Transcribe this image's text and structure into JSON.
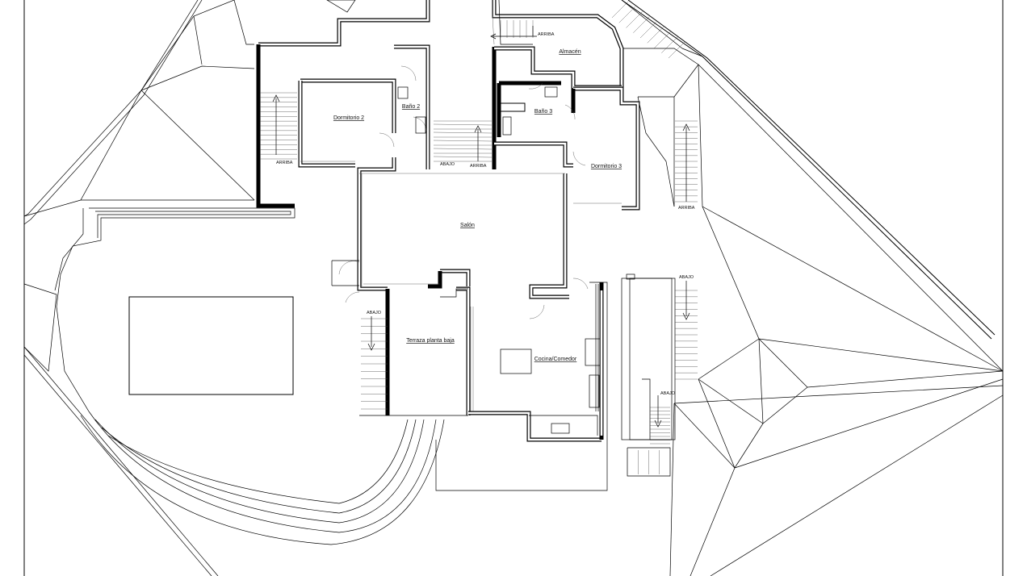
{
  "rooms": {
    "almacen": "Almacén",
    "dormitorio2": "Dormitorio 2",
    "bano2": "Baño 2",
    "bano3": "Baño 3",
    "dormitorio3": "Dormitorio 3",
    "salon": "Salón",
    "terraza": "Terraza planta baja",
    "cocina": "Cocina/Comedor"
  },
  "notes": {
    "arriba": "ARRIBA",
    "abajo": "ABAJO"
  },
  "stairs": [
    {
      "id": "left-upper",
      "nsteps": 14
    },
    {
      "id": "central",
      "nsteps": 10
    },
    {
      "id": "right-upper",
      "nsteps": 14
    },
    {
      "id": "terrace",
      "nsteps": 12
    },
    {
      "id": "right-lower",
      "nsteps": 14
    },
    {
      "id": "right-bottom",
      "nsteps": 10
    },
    {
      "id": "far-bottom",
      "nsteps": 4
    },
    {
      "id": "top-right",
      "nsteps": 8
    },
    {
      "id": "almacen",
      "nsteps": 5
    }
  ]
}
